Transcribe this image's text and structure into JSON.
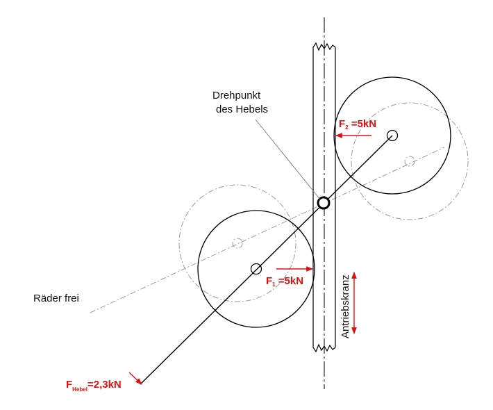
{
  "labels": {
    "pivot_line1": "Drehpunkt",
    "pivot_line2": "des Hebels",
    "wheels_free": "Räder frei",
    "drive_ring": "Antriebskranz"
  },
  "forces": {
    "f2": {
      "symbol": "F",
      "subscript": "2",
      "value": " =5kN"
    },
    "f1": {
      "symbol": "F",
      "subscript": "1",
      "value": " =5kN"
    },
    "lever": {
      "symbol": "F",
      "subscript": "Hebel",
      "value": "=2,3kN"
    }
  },
  "colors": {
    "line": "#000000",
    "ghost": "#999999",
    "force": "#e01010"
  }
}
